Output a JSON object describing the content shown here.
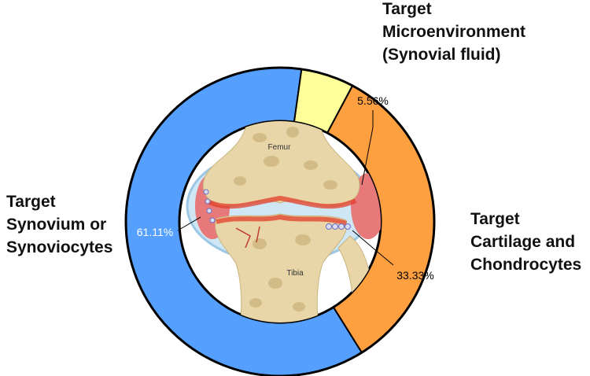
{
  "chart_data": {
    "type": "pie",
    "categories": [
      "Target Microenvironment (Synovial fluid)",
      "Target Cartilage and Chondrocytes",
      "Target Synovium or Synoviocytes"
    ],
    "values": [
      5.56,
      33.33,
      61.11
    ],
    "value_labels": [
      "5.56%",
      "33.33%",
      "61.11%"
    ],
    "colors": [
      "#FFFF99",
      "#FFA040",
      "#55A0FF"
    ],
    "center_image_labels": {
      "femur": "Femur",
      "tibia": "Tibia"
    }
  },
  "labels": {
    "microenvironment": [
      "Target",
      "Microenvironment",
      "(Synovial fluid)"
    ],
    "cartilage": [
      "Target",
      "Cartilage and",
      "Chondrocytes"
    ],
    "synovium": [
      "Target",
      "Synovium or",
      "Synoviocytes"
    ]
  }
}
